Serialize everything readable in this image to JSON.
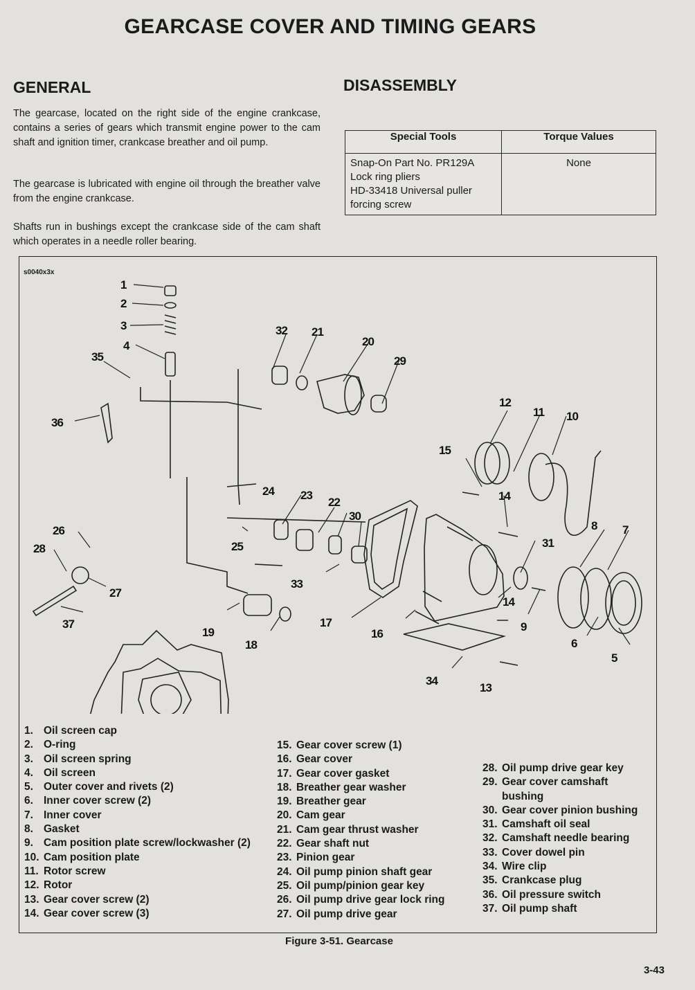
{
  "page": {
    "title": "GEARCASE COVER AND TIMING GEARS",
    "page_number": "3-43"
  },
  "general": {
    "heading": "GENERAL",
    "paragraphs": [
      "The gearcase, located on the right side of the engine crankcase, contains a series of gears which transmit engine power to the cam shaft and ignition timer, crankcase breather and oil pump.",
      "The gearcase is lubricated with engine oil through the breather valve from the engine crankcase.",
      "Shafts run in bushings except the crankcase side of the cam shaft which operates in a needle roller bearing."
    ]
  },
  "disassembly": {
    "heading": "DISASSEMBLY",
    "table": {
      "headers": [
        "Special Tools",
        "Torque Values"
      ],
      "tools": [
        "Snap-On Part No. PR129A Lock ring pliers",
        "HD-33418 Universal puller forcing screw"
      ],
      "torque": "None"
    }
  },
  "figure": {
    "code": "s0040x3x",
    "caption": "Figure 3-51. Gearcase",
    "callouts": [
      "1",
      "2",
      "3",
      "4",
      "5",
      "6",
      "7",
      "8",
      "9",
      "10",
      "11",
      "12",
      "13",
      "14",
      "15",
      "16",
      "17",
      "18",
      "19",
      "20",
      "21",
      "22",
      "23",
      "24",
      "25",
      "26",
      "27",
      "28",
      "29",
      "30",
      "31",
      "32",
      "33",
      "34",
      "35",
      "36",
      "37"
    ],
    "legend_col1": [
      {
        "n": "1.",
        "t": "Oil screen cap"
      },
      {
        "n": "2.",
        "t": "O-ring"
      },
      {
        "n": "3.",
        "t": "Oil screen spring"
      },
      {
        "n": "4.",
        "t": "Oil screen"
      },
      {
        "n": "5.",
        "t": "Outer cover and rivets (2)"
      },
      {
        "n": "6.",
        "t": "Inner cover screw (2)"
      },
      {
        "n": "7.",
        "t": "Inner cover"
      },
      {
        "n": "8.",
        "t": "Gasket"
      },
      {
        "n": "9.",
        "t": "Cam position plate screw/lockwasher (2)"
      },
      {
        "n": "10.",
        "t": "Cam position plate"
      },
      {
        "n": "11.",
        "t": "Rotor screw"
      },
      {
        "n": "12.",
        "t": "Rotor"
      },
      {
        "n": "13.",
        "t": "Gear cover screw (2)"
      },
      {
        "n": "14.",
        "t": "Gear cover screw (3)"
      }
    ],
    "legend_col2": [
      {
        "n": "15.",
        "t": "Gear cover screw (1)"
      },
      {
        "n": "16.",
        "t": "Gear cover"
      },
      {
        "n": "17.",
        "t": "Gear cover gasket"
      },
      {
        "n": "18.",
        "t": "Breather gear washer"
      },
      {
        "n": "19.",
        "t": "Breather gear"
      },
      {
        "n": "20.",
        "t": "Cam gear"
      },
      {
        "n": "21.",
        "t": "Cam gear thrust washer"
      },
      {
        "n": "22.",
        "t": "Gear shaft nut"
      },
      {
        "n": "23.",
        "t": "Pinion gear"
      },
      {
        "n": "24.",
        "t": "Oil pump pinion shaft gear"
      },
      {
        "n": "25.",
        "t": "Oil pump/pinion gear key"
      },
      {
        "n": "26.",
        "t": "Oil pump drive gear lock ring"
      },
      {
        "n": "27.",
        "t": "Oil pump drive gear"
      }
    ],
    "legend_col3": [
      {
        "n": "28.",
        "t": "Oil pump drive gear key"
      },
      {
        "n": "29.",
        "t": "Gear cover camshaft bushing",
        "t1": "Gear cover camshaft",
        "t2": "bushing"
      },
      {
        "n": "30.",
        "t": "Gear cover pinion bushing"
      },
      {
        "n": "31.",
        "t": "Camshaft oil seal"
      },
      {
        "n": "32.",
        "t": "Camshaft needle bearing"
      },
      {
        "n": "33.",
        "t": "Cover dowel pin"
      },
      {
        "n": "34.",
        "t": "Wire clip"
      },
      {
        "n": "35.",
        "t": "Crankcase plug"
      },
      {
        "n": "36.",
        "t": "Oil pressure switch"
      },
      {
        "n": "37.",
        "t": "Oil pump shaft"
      }
    ]
  }
}
